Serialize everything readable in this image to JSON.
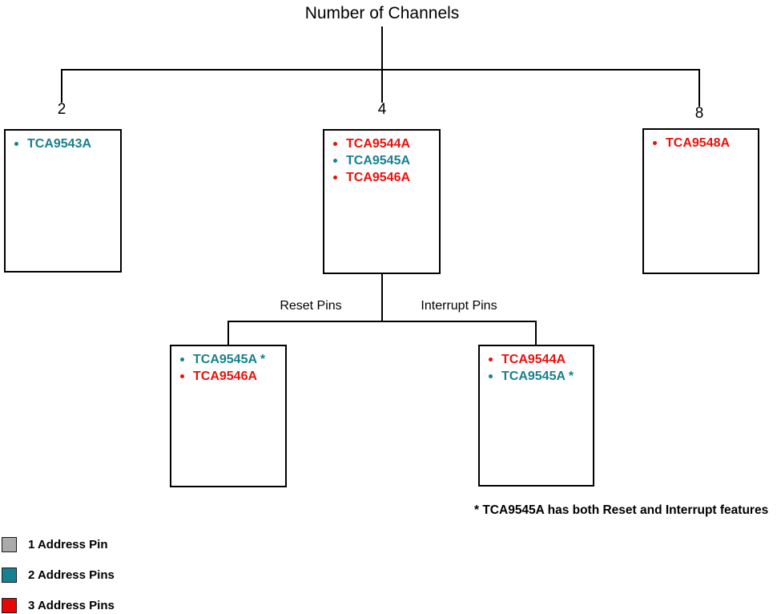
{
  "title": "Number of Channels",
  "colors": {
    "teal": "#17818F",
    "red": "#E8120C",
    "line": "#000000",
    "legend_gray": "#ABABAB",
    "legend_teal": "#17818F",
    "legend_red": "#E60606"
  },
  "tree": {
    "level1": [
      {
        "label": "2",
        "items": [
          {
            "name": "TCA9543A"
          }
        ]
      },
      {
        "label": "4",
        "items": [
          {
            "name": "TCA9544A"
          },
          {
            "name": "TCA9545A"
          },
          {
            "name": "TCA9546A"
          }
        ]
      },
      {
        "label": "8",
        "items": [
          {
            "name": "TCA9548A"
          }
        ]
      }
    ],
    "level2": [
      {
        "label": "Reset Pins",
        "items": [
          {
            "name": "TCA9545A *"
          },
          {
            "name": "TCA9546A"
          }
        ]
      },
      {
        "label": "Interrupt Pins",
        "items": [
          {
            "name": "TCA9544A"
          },
          {
            "name": "TCA9545A *"
          }
        ]
      }
    ]
  },
  "footnote": "* TCA9545A has both Reset and Interrupt features",
  "legend": [
    {
      "swatch": "#ABABAB",
      "label": "1 Address Pin"
    },
    {
      "swatch": "#17818F",
      "label": "2 Address Pins"
    },
    {
      "swatch": "#E60606",
      "label": "3 Address Pins"
    }
  ]
}
